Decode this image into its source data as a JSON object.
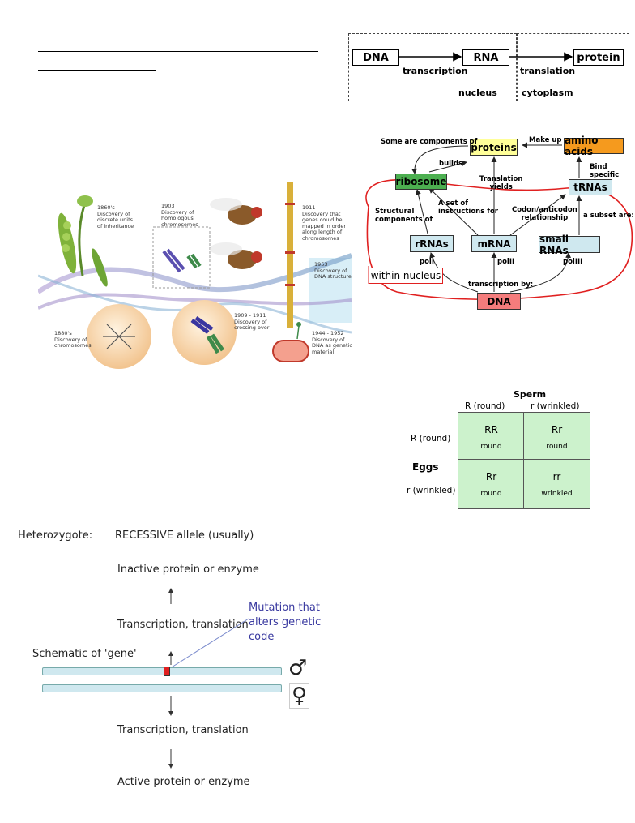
{
  "flow": {
    "dna": "DNA",
    "rna": "RNA",
    "protein": "protein",
    "transcription": "transcription",
    "translation": "translation",
    "nucleus": "nucleus",
    "cytoplasm": "cytoplasm"
  },
  "concept_map": {
    "nodes": {
      "proteins": "proteins",
      "amino_acids": "amino acids",
      "ribosome": "ribosome",
      "trnas": "tRNAs",
      "rrnas": "rRNAs",
      "mrna": "mRNA",
      "small_rnas": "small RNAs",
      "dna": "DNA",
      "within_nucleus": "within nucleus"
    },
    "labels": {
      "some_are": "Some are components of",
      "make_up": "Make up",
      "builds": "builds",
      "bind_specific": "Bind specific",
      "translation_yields": "Translation\nyields",
      "structural": "Structural\ncomponents of",
      "set_of": "A set of\ninstructions for",
      "codon": "Codon/anticodon\nrelationship",
      "subset": "a subset are:",
      "pol1": "polI",
      "pol2": "polII",
      "pol3": "polIII",
      "transcription_by": "transcription by:"
    },
    "colors": {
      "proteins": "#ffff99",
      "amino_acids": "#f59a1e",
      "ribosome": "#4caf50",
      "rna": "#cfe8ef",
      "dna": "#f47c7c",
      "outline": "#e02020"
    }
  },
  "timeline": {
    "e1860": "1860's\nDiscovery of\ndiscrete units\nof inheritance",
    "e1903": "1903\nDiscovery of\nhomologous\nchromosomes",
    "e1911": "1911\nDiscovery that\ngenes could be\nmapped in order\nalong length of\nchromosomes",
    "e1953": "1953\nDiscovery of\nDNA structure",
    "e1880": "1880's\nDiscovery of\nchromosomes",
    "e1909": "1909 - 1911\nDiscovery of\ncrossing over",
    "e1944": "1944 - 1952\nDiscovery of\nDNA as genetic\nmaterial"
  },
  "punnett": {
    "sperm": "Sperm",
    "eggs": "Eggs",
    "col1": "R (round)",
    "col2": "r (wrinkled)",
    "row1": "R (round)",
    "row2": "r (wrinkled)",
    "cells": [
      {
        "geno": "RR",
        "pheno": "round"
      },
      {
        "geno": "Rr",
        "pheno": "round"
      },
      {
        "geno": "Rr",
        "pheno": "round"
      },
      {
        "geno": "rr",
        "pheno": "wrinkled"
      }
    ]
  },
  "heterozygote": {
    "label": "Heterozygote:",
    "recessive": "RECESSIVE allele (usually)",
    "inactive": "Inactive protein or enzyme",
    "tt_top": "Transcription, translation",
    "mutation": "Mutation that\nalters genetic\ncode",
    "schematic": "Schematic of 'gene'",
    "tt_bottom": "Transcription, translation",
    "active": "Active protein or enzyme",
    "male": "♂",
    "female": "♀",
    "mutation_color": "#3a3aa0"
  }
}
